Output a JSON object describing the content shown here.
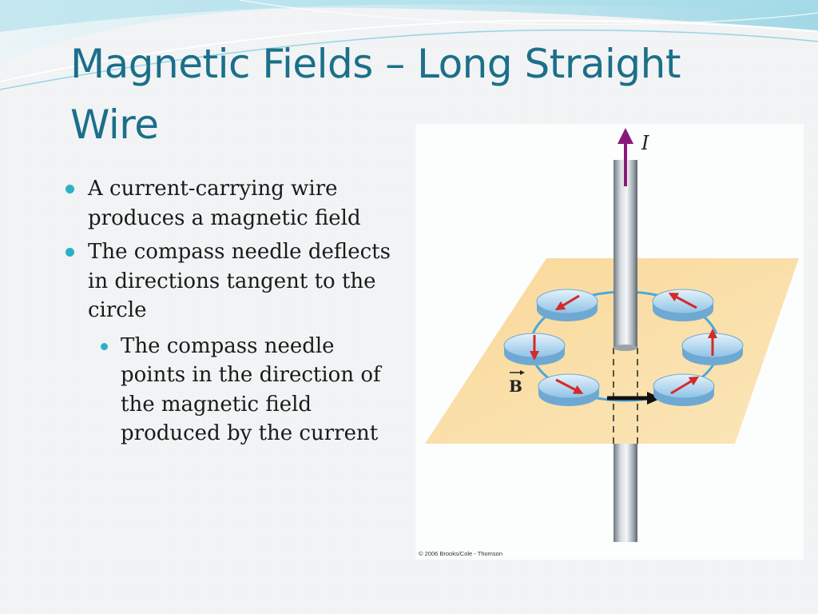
{
  "slide": {
    "title": "Magnetic Fields – Long Straight Wire",
    "bullets": [
      {
        "text": "A current-carrying wire produces a magnetic field",
        "sub": []
      },
      {
        "text": "The compass needle deflects in directions tangent to the circle",
        "sub": [
          {
            "text": "The compass needle points in the direction of the magnetic field produced by the current"
          }
        ]
      }
    ]
  },
  "figure": {
    "current_label": "I",
    "field_label": "B",
    "credit": "© 2006 Brooks/Cole - Thomson"
  },
  "colors": {
    "title": "#1b6f8a",
    "bullet": "#2bb0c8",
    "plane": "#f8d79a",
    "compass": "#a9d3ee",
    "needle": "#d42a2a",
    "current_arrow": "#8a1a7a"
  }
}
